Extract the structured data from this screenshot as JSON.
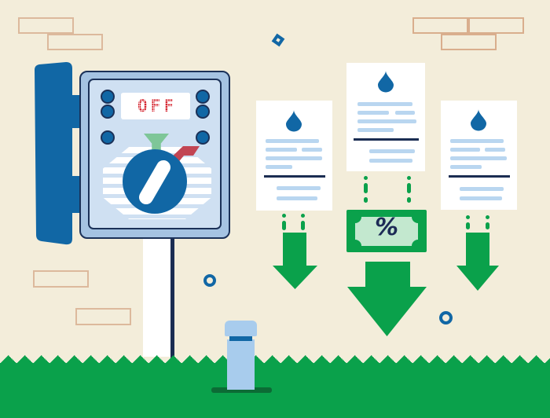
{
  "illustration": {
    "name": "irrigation-controller-off-water-bill-savings",
    "controller": {
      "display_text": "OFF",
      "state": "off",
      "parts": [
        "open-door",
        "control-box",
        "buttons",
        "lcd-display",
        "rotary-dial",
        "mounting-pole"
      ]
    },
    "bill": {
      "percent_symbol": "%"
    },
    "documents": [
      {
        "name": "water-bill-left",
        "icon": "water-drop-icon"
      },
      {
        "name": "water-bill-middle",
        "icon": "water-drop-icon"
      },
      {
        "name": "water-bill-right",
        "icon": "water-drop-icon"
      }
    ],
    "arrows": [
      "down-arrow-left",
      "down-arrow-middle-large",
      "down-arrow-right"
    ],
    "scene": [
      "brick-outlines",
      "blue-diamond",
      "blue-rings",
      "grass",
      "sprinkler-head"
    ],
    "colors": {
      "background": "#f3edda",
      "blue": "#1167a5",
      "panel_light_blue": "#cfe0f2",
      "frame_blue": "#a5c3e2",
      "navy": "#1b2d52",
      "green": "#0aa14b",
      "bill_light_green": "#c3e8cf",
      "funnel_green": "#7ec698",
      "red_display": "#d5232e",
      "red_pointer": "#c24553",
      "doc_line_blue": "#b9d6f0",
      "brick_tan": "#d9ae8d",
      "sprinkler_blue": "#a8cced"
    }
  }
}
